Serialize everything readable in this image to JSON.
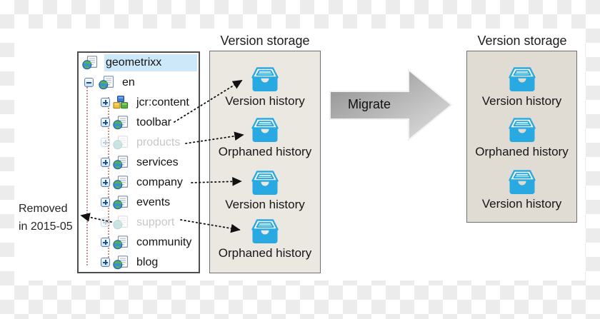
{
  "tree": {
    "nodes": [
      {
        "label": "geometrixx",
        "icon": "page-globe-icon",
        "state": "selected"
      },
      {
        "label": "en",
        "icon": "page-globe-icon",
        "expander": "minus"
      },
      {
        "label": "jcr:content",
        "icon": "content-cubes-icon",
        "expander": "plus"
      },
      {
        "label": "toolbar",
        "icon": "page-globe-icon",
        "expander": "plus"
      },
      {
        "label": "products",
        "icon": "page-globe-icon",
        "expander": "plus",
        "state": "removed"
      },
      {
        "label": "services",
        "icon": "page-globe-icon",
        "expander": "plus"
      },
      {
        "label": "company",
        "icon": "page-globe-icon",
        "expander": "plus"
      },
      {
        "label": "events",
        "icon": "page-globe-icon",
        "expander": "plus"
      },
      {
        "label": "support",
        "icon": "page-globe-icon",
        "expander": "plus",
        "state": "removed"
      },
      {
        "label": "community",
        "icon": "page-globe-icon",
        "expander": "plus"
      },
      {
        "label": "blog",
        "icon": "page-globe-icon",
        "expander": "plus"
      }
    ]
  },
  "annotation": {
    "line1": "Removed",
    "line2": "in 2015-05"
  },
  "migrate": {
    "label": "Migrate"
  },
  "source_storage": {
    "title": "Version storage",
    "items": [
      {
        "label": "Version history"
      },
      {
        "label": "Orphaned history"
      },
      {
        "label": "Version history"
      },
      {
        "label": "Orphaned history"
      }
    ]
  },
  "target_storage": {
    "title": "Version storage",
    "items": [
      {
        "label": "Version history"
      },
      {
        "label": "Orphaned history"
      },
      {
        "label": "Version history"
      }
    ]
  },
  "colors": {
    "storage_icon_blue": "#29a9e1",
    "selection_blue": "#cde8f8",
    "source_box_fill": "#ebe8e2",
    "target_box_fill": "#e0dbd3",
    "tree_guide_red": "#c98a8a"
  }
}
